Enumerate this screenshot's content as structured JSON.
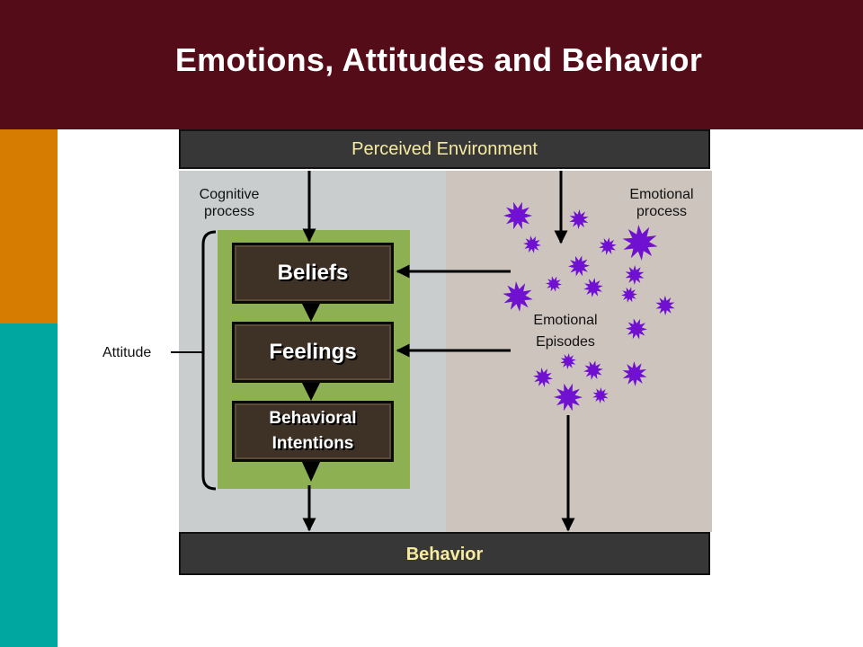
{
  "slide": {
    "title": "Emotions, Attitudes and Behavior"
  },
  "diagram": {
    "top_bar": "Perceived Environment",
    "bottom_bar": "Behavior",
    "cognitive_label_line1": "Cognitive",
    "cognitive_label_line2": "process",
    "emotional_label_line1": "Emotional",
    "emotional_label_line2": "process",
    "episodes_label_line1": "Emotional",
    "episodes_label_line2": "Episodes",
    "attitude_label": "Attitude",
    "stages": {
      "beliefs": "Beliefs",
      "feelings": "Feelings",
      "intentions_line1": "Behavioral",
      "intentions_line2": "Intentions"
    }
  },
  "colors": {
    "header": "#540c18",
    "side_orange": "#d67c00",
    "side_teal": "#00a6a0",
    "green_box": "#8db052",
    "stage_fill": "#3e3226",
    "bar_text": "#f6eba0",
    "starburst": "#7010d0"
  },
  "icons": [
    "starburst-icon"
  ]
}
